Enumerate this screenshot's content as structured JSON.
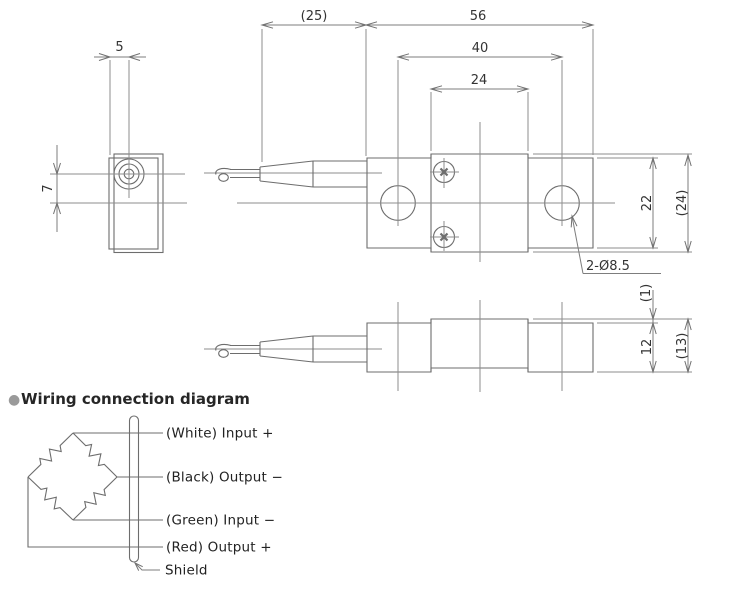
{
  "title": {
    "bullet": "●",
    "text": "Wiring connection diagram"
  },
  "colors": {
    "line": "#6d6d6d",
    "aux_line": "#8d8d8d",
    "dim_text": "#333333",
    "wiring_text": "#222222",
    "bullet": "#9a9a9a",
    "background": "#ffffff"
  },
  "dims": {
    "left_width": "5",
    "left_height": "7",
    "cable_length": "(25)",
    "total_length": "56",
    "hole_pitch": "40",
    "block_width": "24",
    "body_height": "22",
    "block_height": "(24)",
    "hole_note": "2-Ø8.5",
    "step": "(1)",
    "body_thickness": "12",
    "total_thickness": "(13)"
  },
  "wiring": {
    "labels": [
      "(White) Input +",
      "(Black) Output −",
      "(Green) Input −",
      "(Red) Output +",
      "Shield"
    ]
  }
}
